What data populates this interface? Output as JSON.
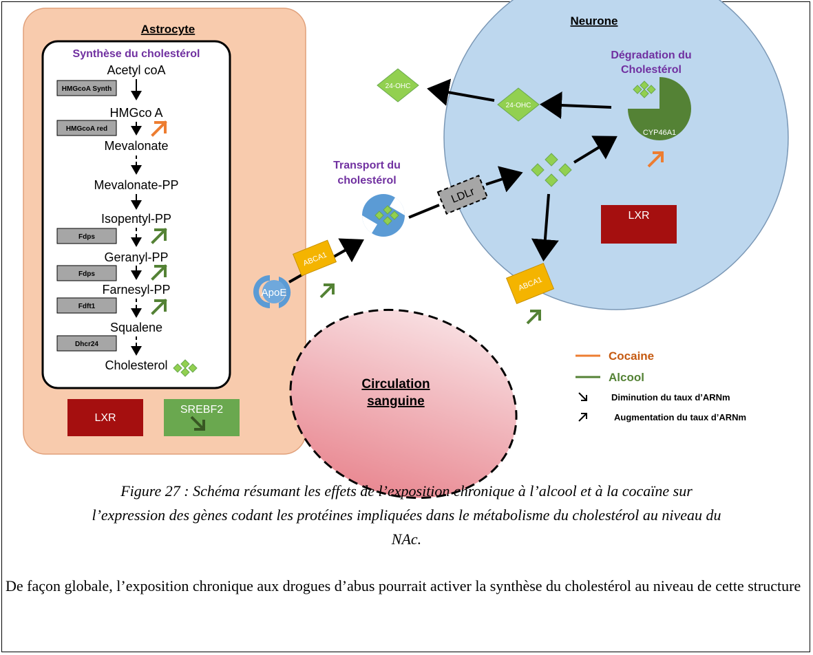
{
  "astrocyte": {
    "title": "Astrocyte",
    "synthesis_title": "Synthèse du cholestérol",
    "pathway": [
      "Acetyl coA",
      "HMGco A",
      "Mevalonate",
      "Mevalonate-PP",
      "Isopentyl-PP",
      "Geranyl-PP",
      "Farnesyl-PP",
      "Squalene",
      "Cholesterol"
    ],
    "enzymes": [
      "HMGcoA Synth",
      "HMGcoA red",
      "Fdps",
      "Fdps",
      "Fdft1",
      "Dhcr24"
    ],
    "lxr": "LXR",
    "srebf2": "SREBF2"
  },
  "transport": {
    "title_line1": "Transport du",
    "title_line2": "cholestérol",
    "apoe": "ApoE",
    "abca1": "ABCA1",
    "ldlr": "LDLr"
  },
  "neurone": {
    "title": "Neurone",
    "degradation_line1": "Dégradation du",
    "degradation_line2": "Cholestérol",
    "cyp": "CYP46A1",
    "ohc_inside": "24-OHC",
    "ohc_outside": "24-OHC",
    "lxr": "LXR",
    "abca1": "ABCA1"
  },
  "blood": {
    "line1": "Circulation",
    "line2": "sanguine"
  },
  "legend": {
    "cocaine": "Cocaine",
    "alcool": "Alcool",
    "down": "Diminution du taux d’ARNm",
    "up": "Augmentation du taux d’ARNm"
  },
  "colors": {
    "cocaine": "#ed7d31",
    "alcool": "#548235",
    "astro_fill": "#f8cbad",
    "neurone_fill": "#bdd7ee",
    "lxr": "#a50f0f",
    "srebf2": "#6aa84f",
    "abca1": "#f4b400",
    "diamond": "#92d050",
    "title_purple": "#7030a0"
  },
  "caption": {
    "line1": "Figure 27 : Schéma résumant les effets de l’exposition chronique à l’alcool et à la cocaïne sur",
    "line2": "l’expression des gènes codant les protéines impliquées dans le métabolisme du cholestérol au niveau du",
    "line3": "NAc."
  },
  "summary": "De façon globale, l’exposition chronique aux drogues d’abus pourrait activer la synthèse du cholestérol au niveau de cette structure"
}
